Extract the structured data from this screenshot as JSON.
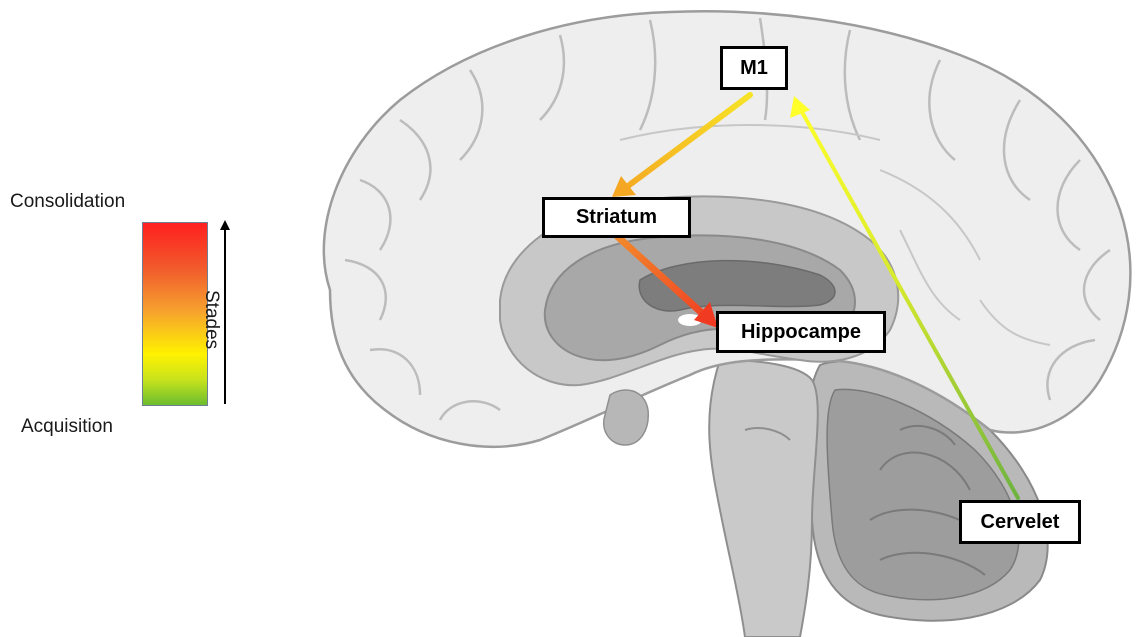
{
  "legend": {
    "top_label": "Consolidation",
    "bottom_label": "Acquisition",
    "axis_label": "Stades",
    "gradient_colors": [
      "#ff1f1f",
      "#f15b2c",
      "#f6a02e",
      "#fff200",
      "#c8e31c",
      "#6cbd2f"
    ]
  },
  "nodes": {
    "m1": "M1",
    "striatum": "Striatum",
    "hippocampe": "Hippocampe",
    "cervelet": "Cervelet"
  },
  "connections": [
    {
      "from": "M1",
      "to": "Striatum",
      "color_start": "#f6e326",
      "color_end": "#f5a623"
    },
    {
      "from": "Striatum",
      "to": "Hippocampe",
      "color_start": "#f28a2c",
      "color_end": "#f03a22"
    },
    {
      "from": "Cervelet",
      "to": "M1",
      "color_start": "#6db33f",
      "color_end": "#ffff2a"
    }
  ]
}
